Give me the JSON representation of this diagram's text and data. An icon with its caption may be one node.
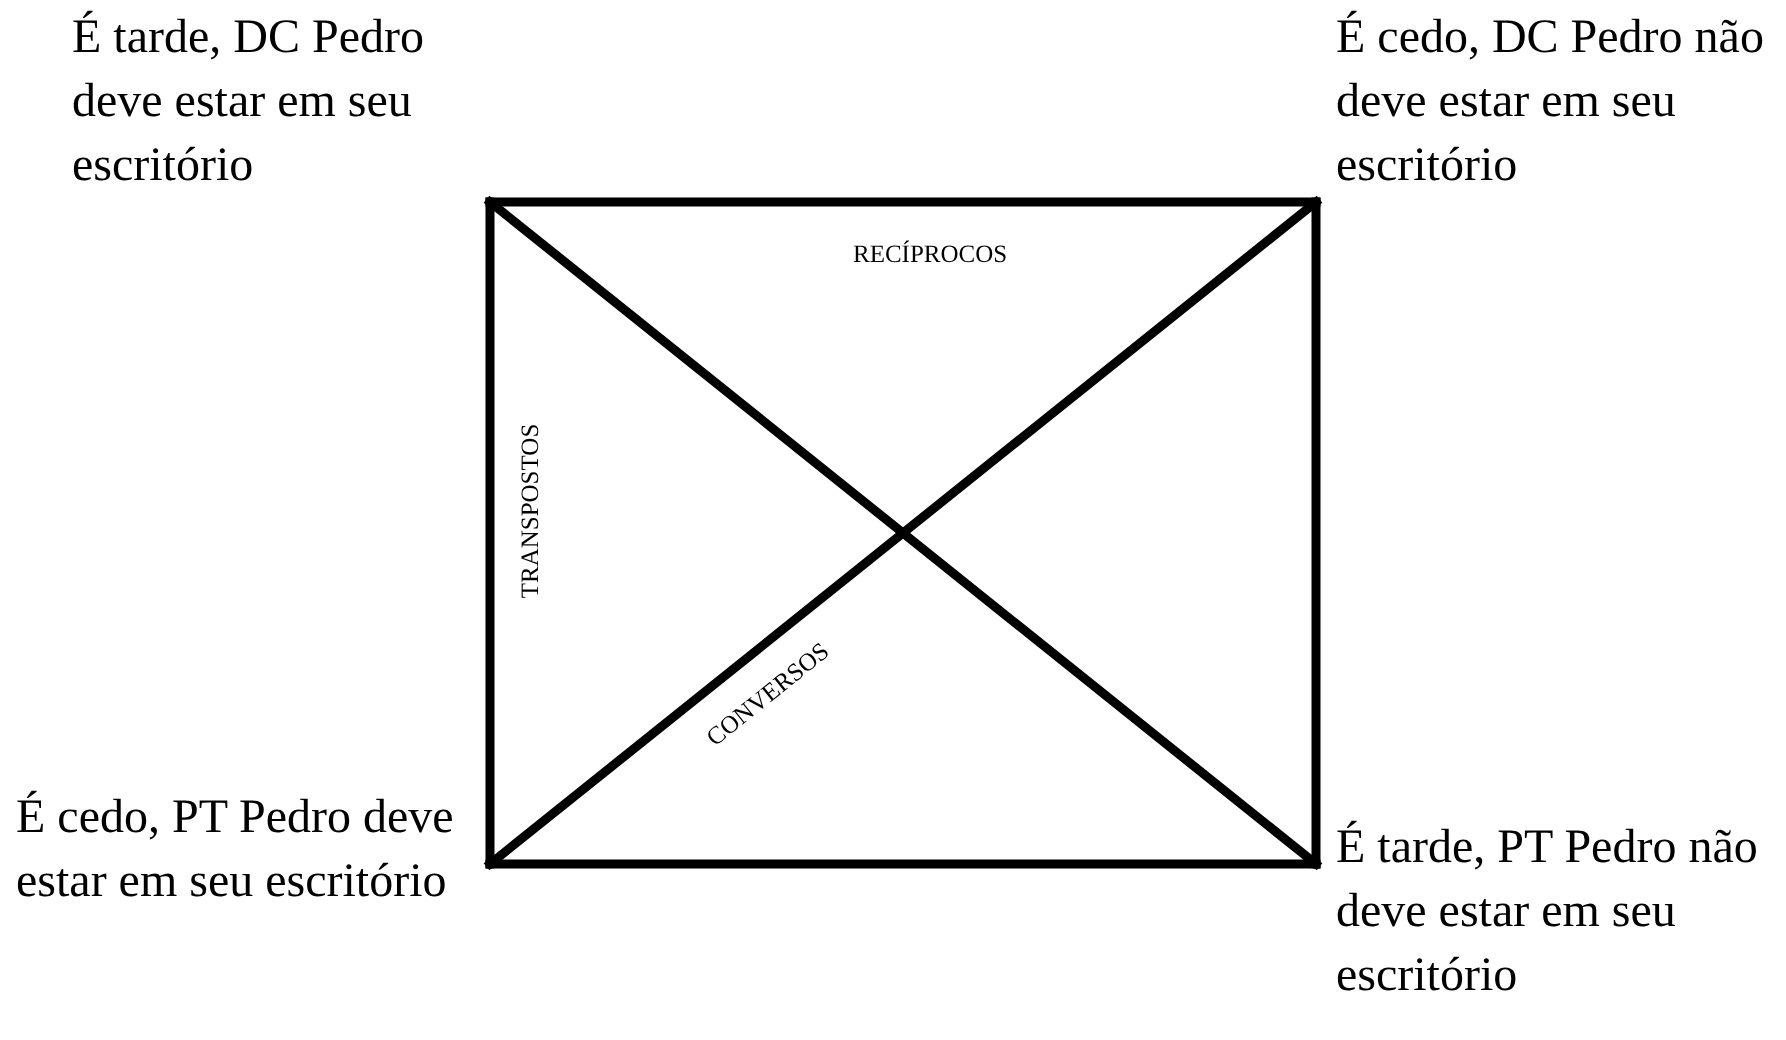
{
  "diagram": {
    "nodes": [
      {
        "text": [
          "É tarde, DC Pedro deve estar em seu escritório"
        ]
      },
      {
        "text": [
          "É cedo, DC Pedro não deve estar em seu escritório"
        ]
      },
      {
        "text": [
          "É cedo, PT Pedro deve estar em seu escritório"
        ]
      },
      {
        "text": [
          "É tarde, PT Pedro não deve estar em seu escritório"
        ]
      }
    ],
    "edges": [
      {
        "from": 0,
        "to": 1,
        "arrow": "none",
        "label": "RECÍPROCOS"
      },
      {
        "from": 0,
        "to": 2,
        "arrow": "none",
        "label": "TRANSPOSTOS"
      },
      {
        "from": 2,
        "to": 1,
        "arrow": "none",
        "label": "CONVERSOS"
      },
      {
        "from": 0,
        "to": 3,
        "arrow": "none"
      },
      {
        "from": 2,
        "to": 3,
        "arrow": "none"
      },
      {
        "from": 1,
        "to": 3,
        "arrow": "none"
      }
    ]
  }
}
